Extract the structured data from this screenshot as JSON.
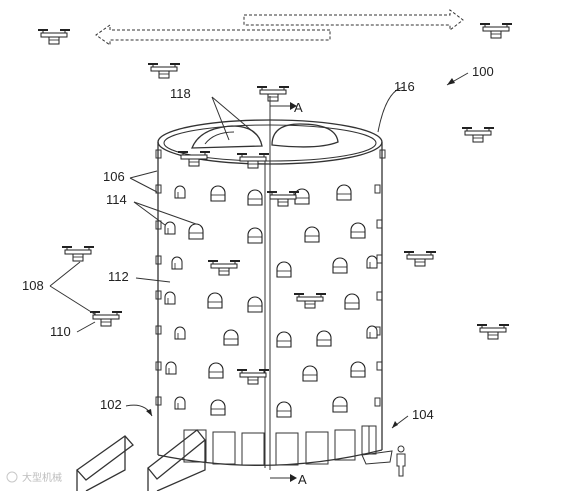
{
  "figure": {
    "refs": {
      "system": "100",
      "base": "102",
      "entrance": "104",
      "ports": "106",
      "drones": "108",
      "drone": "110",
      "tower": "112",
      "windows": "114",
      "top": "116",
      "domes": "118"
    },
    "section_label_top": "A",
    "section_label_bottom": "A",
    "watermark": "大型机械"
  }
}
